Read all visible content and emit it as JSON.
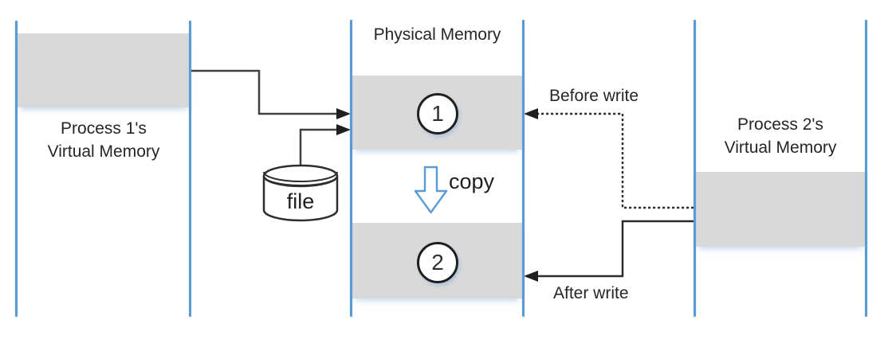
{
  "labels": {
    "process1_line1": "Process 1's",
    "process1_line2": "Virtual Memory",
    "physical_memory": "Physical Memory",
    "process2_line1": "Process 2's",
    "process2_line2": "Virtual Memory",
    "page1": "1",
    "page2": "2",
    "file": "file",
    "copy": "copy",
    "before_write": "Before write",
    "after_write": "After write"
  },
  "colors": {
    "boundary_blue": "#5b9bd5",
    "block_gray": "#d9d9d9",
    "connector_dark": "#404040",
    "arrowhead_black": "#1f1f1f",
    "copy_arrow_blue": "#5b9bd5",
    "text": "#262626"
  }
}
